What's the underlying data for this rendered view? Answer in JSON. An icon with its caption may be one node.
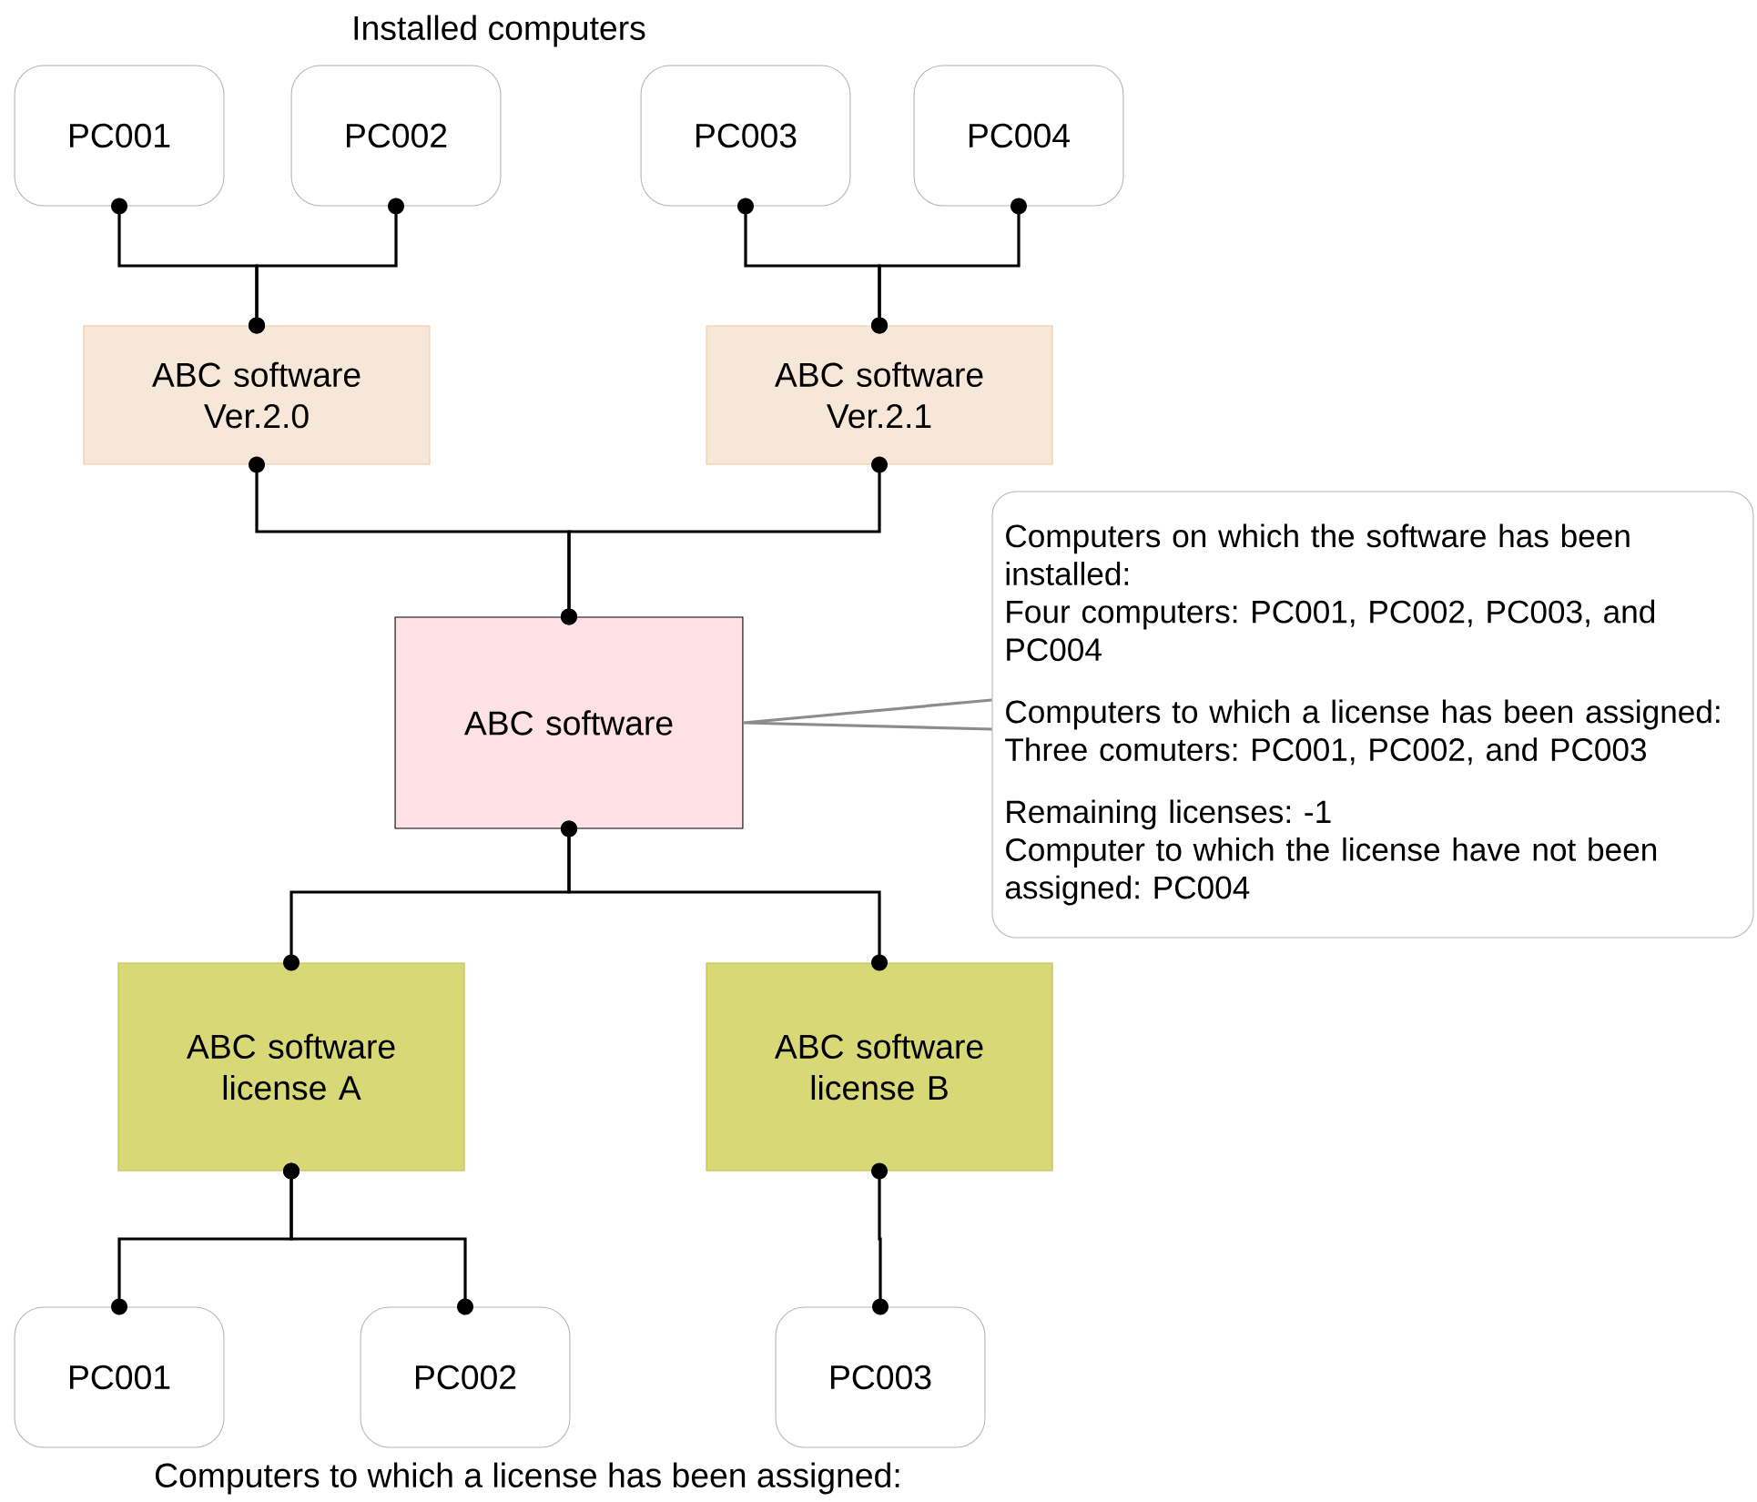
{
  "diagram": {
    "nodes": [
      {
        "text": [
          "PC001"
        ]
      },
      {
        "text": [
          "PC002"
        ]
      },
      {
        "text": [
          "PC003"
        ]
      },
      {
        "text": [
          "PC004"
        ]
      },
      {
        "text": [
          "ABC software Ver.2.0"
        ]
      },
      {
        "text": [
          "ABC software Ver.2.1"
        ]
      },
      {
        "text": [
          "ABC software"
        ]
      },
      {
        "text": [
          "Computers on which the software has been installed:",
          "Four computers: PC001, PC002, PC003, and PC004",
          "Computers to which a license has been assigned:",
          "Three comuters: PC001, PC002, and PC003",
          "Remaining licenses: -1",
          "Computer to which the license have not been assigned: PC004"
        ]
      },
      {
        "text": [
          "ABC software license A"
        ]
      },
      {
        "text": [
          "ABC software license B"
        ]
      },
      {
        "text": [
          "PC001"
        ]
      },
      {
        "text": [
          "PC002"
        ]
      },
      {
        "text": [
          "PC003"
        ]
      }
    ],
    "edges": [
      {
        "from": 0,
        "to": 4,
        "arrow": "other"
      },
      {
        "from": 1,
        "to": 4,
        "arrow": "other"
      },
      {
        "from": 2,
        "to": 5,
        "arrow": "other"
      },
      {
        "from": 3,
        "to": 5,
        "arrow": "other"
      },
      {
        "from": 4,
        "to": 6,
        "arrow": "other"
      },
      {
        "from": 5,
        "to": 6,
        "arrow": "other"
      },
      {
        "from": 6,
        "to": 8,
        "arrow": "other"
      },
      {
        "from": 6,
        "to": 9,
        "arrow": "other"
      },
      {
        "from": 8,
        "to": 10,
        "arrow": "other"
      },
      {
        "from": 8,
        "to": 11,
        "arrow": "other"
      },
      {
        "from": 9,
        "to": 12,
        "arrow": "other"
      },
      {
        "from": 7,
        "to": 6,
        "arrow": "none",
        "color": "#8c8c8c"
      }
    ],
    "labels": [
      "Installed computers",
      "Computers to which a license has been assigned:"
    ]
  }
}
